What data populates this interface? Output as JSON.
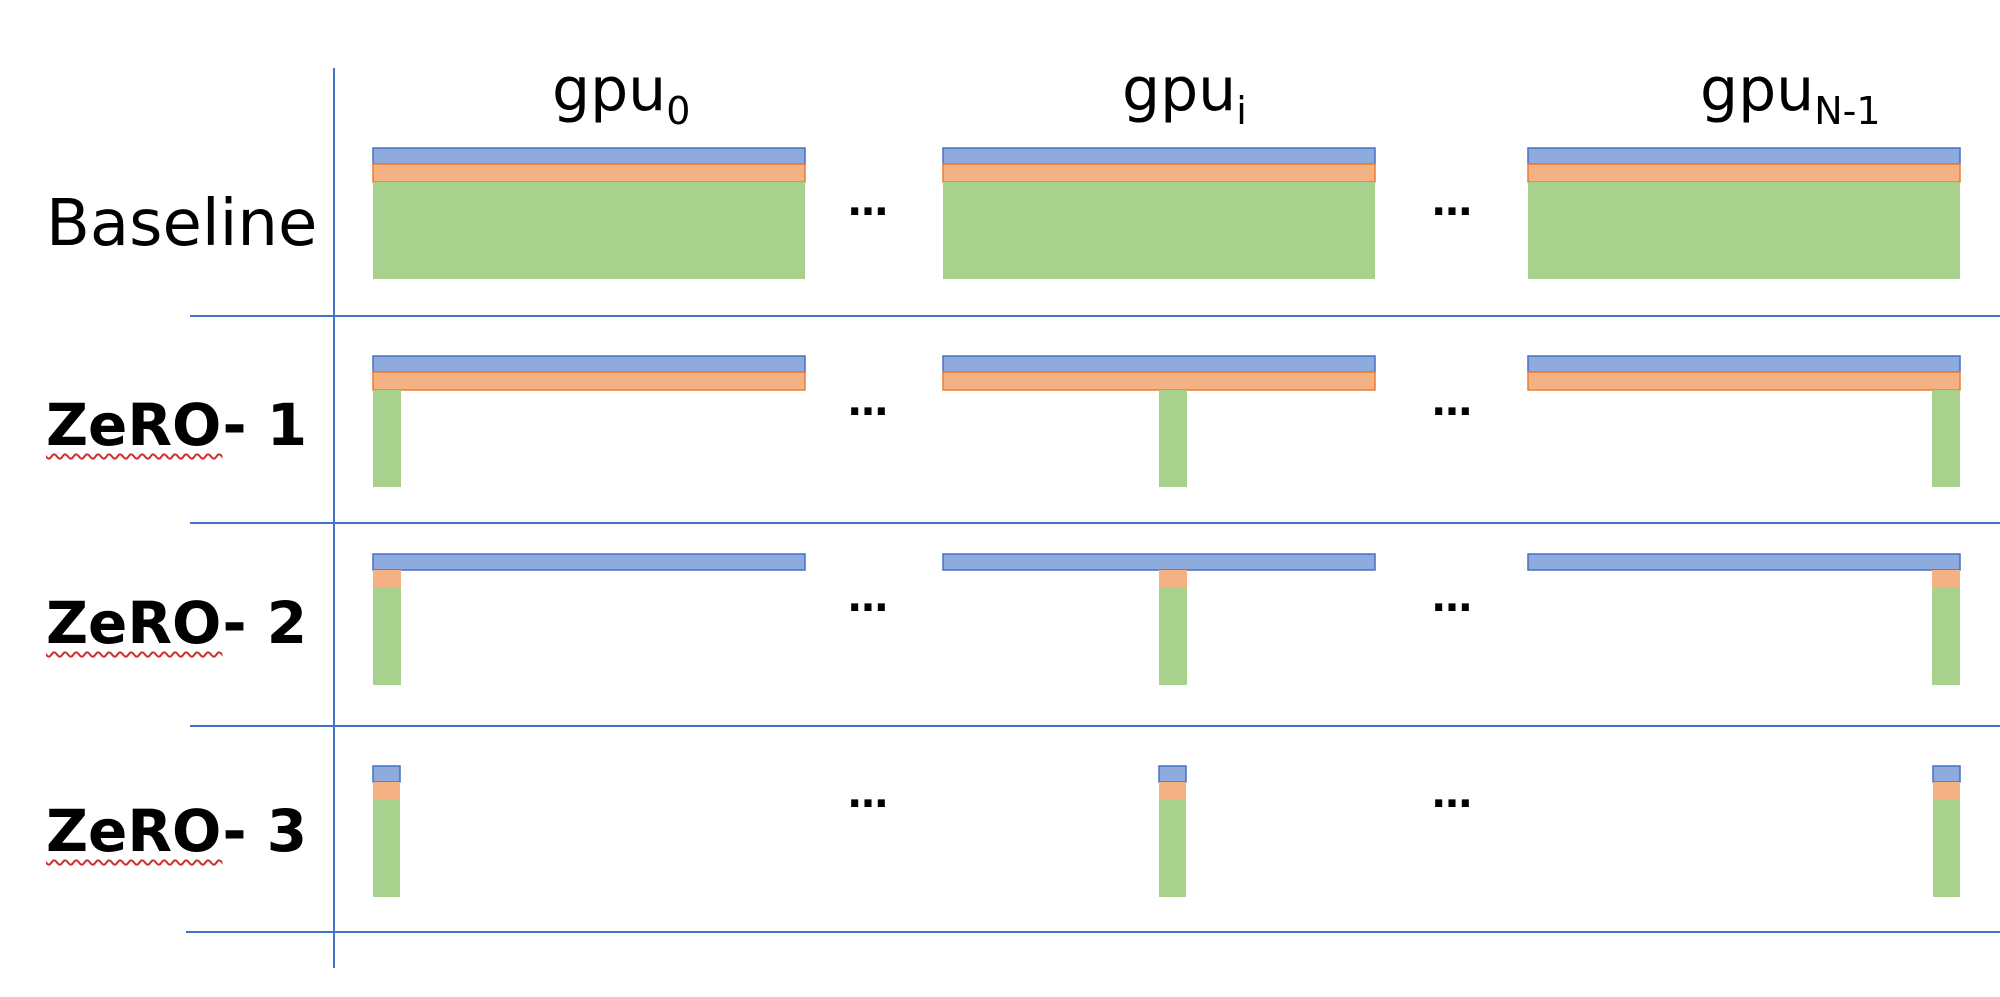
{
  "gpu_headers": [
    {
      "base": "gpu",
      "sub": "0"
    },
    {
      "base": "gpu",
      "sub": "i"
    },
    {
      "base": "gpu",
      "sub": "N-1"
    }
  ],
  "rows": [
    {
      "label": "Baseline",
      "zero_word": "",
      "suffix": ""
    },
    {
      "label": "ZeRO- 1",
      "zero_word": "ZeRO",
      "suffix": "- 1"
    },
    {
      "label": "ZeRO- 2",
      "zero_word": "ZeRO",
      "suffix": "- 2"
    },
    {
      "label": "ZeRO- 3",
      "zero_word": "ZeRO",
      "suffix": "- 3"
    }
  ],
  "ellipsis": "…",
  "colors": {
    "parameters": "#8faadc",
    "gradients": "#f4b183",
    "optimizer_states": "#a9d18e",
    "grid_line": "#4472c4"
  }
}
